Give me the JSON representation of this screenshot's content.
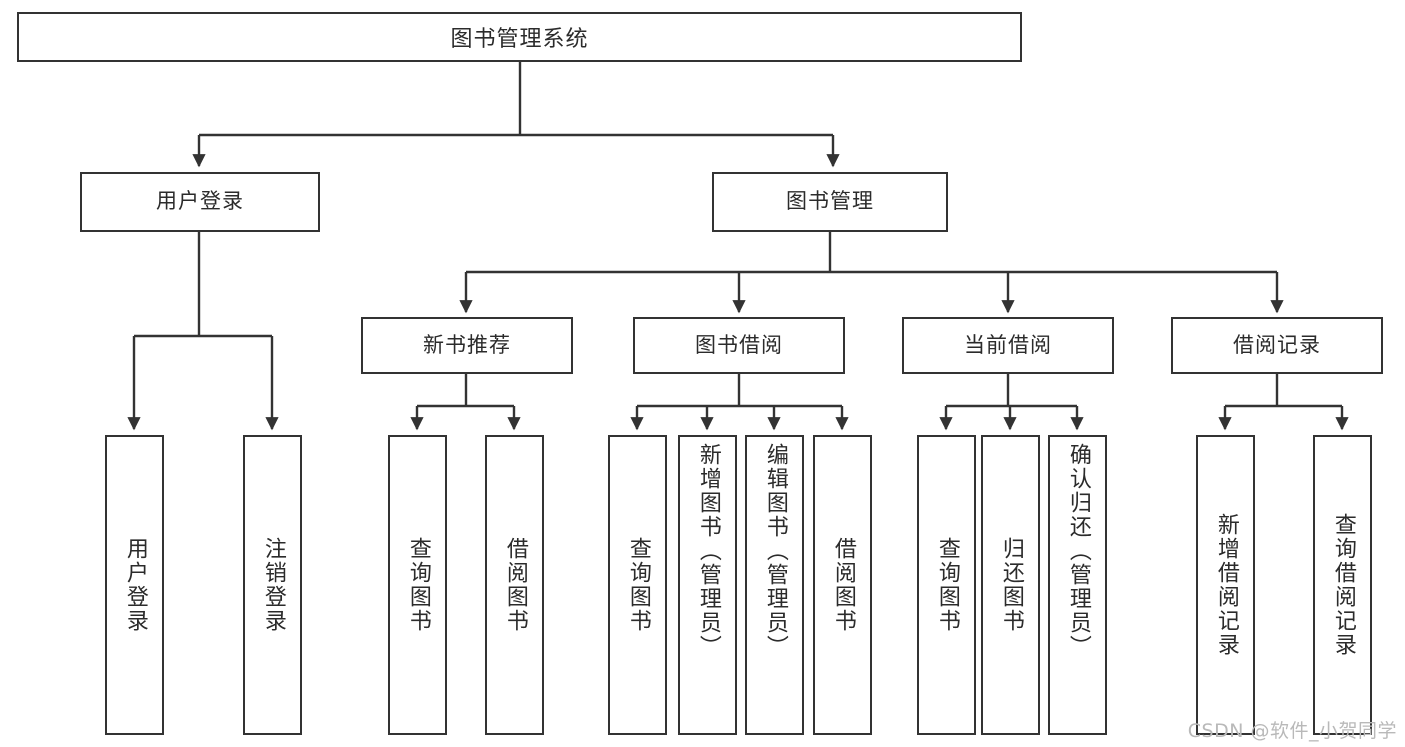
{
  "diagram": {
    "title": "图书管理系统",
    "type": "tree-hierarchy-diagram",
    "watermark": "CSDN @软件_小贺同学",
    "colors": {
      "stroke": "#333333",
      "text": "#2b2b2b",
      "background": "#ffffff",
      "watermark": "#b9b9b9"
    },
    "root": {
      "label": "图书管理系统"
    },
    "level2": {
      "user_login": "用户登录",
      "book_manage": "图书管理"
    },
    "level3": {
      "new_book_recommend": "新书推荐",
      "book_borrow": "图书借阅",
      "current_borrow": "当前借阅",
      "borrow_record": "借阅记录"
    },
    "leaves": {
      "user_login_1": "用户登录",
      "user_login_2": "注销登录",
      "new_book_1": "查询图书",
      "new_book_2": "借阅图书",
      "book_borrow_1": "查询图书",
      "book_borrow_2": "新增图书（管理员）",
      "book_borrow_3": "编辑图书（管理员）",
      "book_borrow_4": "借阅图书",
      "current_borrow_1": "查询图书",
      "current_borrow_2": "归还图书",
      "current_borrow_3": "确认归还（管理员）",
      "borrow_record_1": "新增借阅记录",
      "borrow_record_2": "查询借阅记录"
    }
  }
}
